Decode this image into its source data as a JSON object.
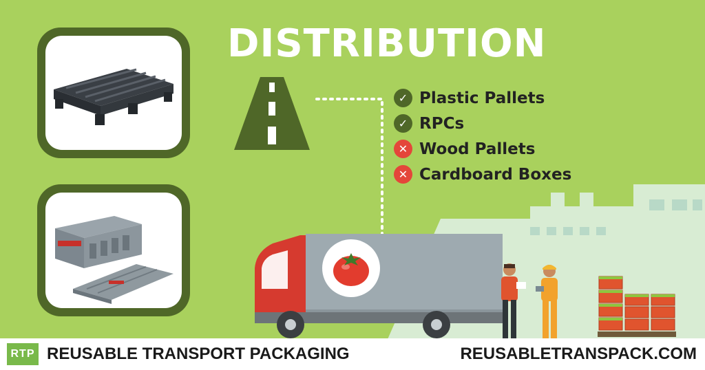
{
  "title": "DISTRIBUTION",
  "packaging_list": [
    {
      "label": "Plastic Pallets",
      "status": "yes",
      "icon": "check-icon"
    },
    {
      "label": "RPCs",
      "status": "yes",
      "icon": "check-icon"
    },
    {
      "label": "Wood Pallets",
      "status": "no",
      "icon": "x-icon"
    },
    {
      "label": "Cardboard Boxes",
      "status": "no",
      "icon": "x-icon"
    }
  ],
  "footer": {
    "logo_text": "RTP",
    "left_text": "REUSABLE TRANSPORT PACKAGING",
    "right_text": "REUSABLETRANSPACK.COM"
  },
  "colors": {
    "background": "#a9d15d",
    "dark_green": "#4f6728",
    "check_green": "#4f6728",
    "cross_red": "#e4463a",
    "logo_green": "#79b94a",
    "building": "#d6ebd0"
  },
  "symbols": {
    "check": "✓",
    "cross": "✕"
  }
}
